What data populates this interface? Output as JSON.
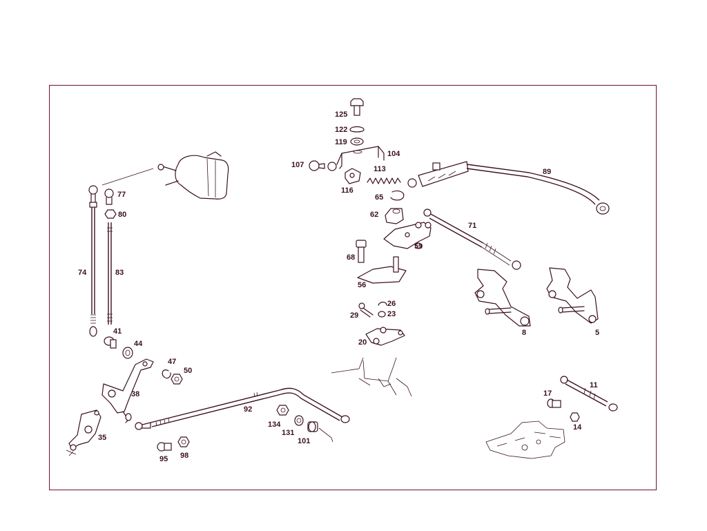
{
  "diagram": {
    "frame_color": "#6b1030",
    "ink_color": "#3a1020",
    "callouts": [
      {
        "id": "p125",
        "text": "125"
      },
      {
        "id": "p122",
        "text": "122"
      },
      {
        "id": "p119",
        "text": "119"
      },
      {
        "id": "p104",
        "text": "104"
      },
      {
        "id": "p107",
        "text": "107"
      },
      {
        "id": "p113",
        "text": "113"
      },
      {
        "id": "p116",
        "text": "116"
      },
      {
        "id": "p89",
        "text": "89"
      },
      {
        "id": "p65",
        "text": "65"
      },
      {
        "id": "p62",
        "text": "62"
      },
      {
        "id": "p71",
        "text": "71"
      },
      {
        "id": "p59",
        "text": "59"
      },
      {
        "id": "p68",
        "text": "68"
      },
      {
        "id": "p56",
        "text": "56"
      },
      {
        "id": "p26",
        "text": "26"
      },
      {
        "id": "p29",
        "text": "29"
      },
      {
        "id": "p23",
        "text": "23"
      },
      {
        "id": "p20",
        "text": "20"
      },
      {
        "id": "p8",
        "text": "8"
      },
      {
        "id": "p5",
        "text": "5"
      },
      {
        "id": "p77",
        "text": "77"
      },
      {
        "id": "p80",
        "text": "80"
      },
      {
        "id": "p74",
        "text": "74"
      },
      {
        "id": "p83",
        "text": "83"
      },
      {
        "id": "p41",
        "text": "41"
      },
      {
        "id": "p44",
        "text": "44"
      },
      {
        "id": "p47",
        "text": "47"
      },
      {
        "id": "p50",
        "text": "50"
      },
      {
        "id": "p38",
        "text": "38"
      },
      {
        "id": "p35",
        "text": "35"
      },
      {
        "id": "p92",
        "text": "92"
      },
      {
        "id": "p134",
        "text": "134"
      },
      {
        "id": "p131",
        "text": "131"
      },
      {
        "id": "p101",
        "text": "101"
      },
      {
        "id": "p95",
        "text": "95"
      },
      {
        "id": "p98",
        "text": "98"
      },
      {
        "id": "p11",
        "text": "11"
      },
      {
        "id": "p17",
        "text": "17"
      },
      {
        "id": "p14",
        "text": "14"
      }
    ]
  }
}
